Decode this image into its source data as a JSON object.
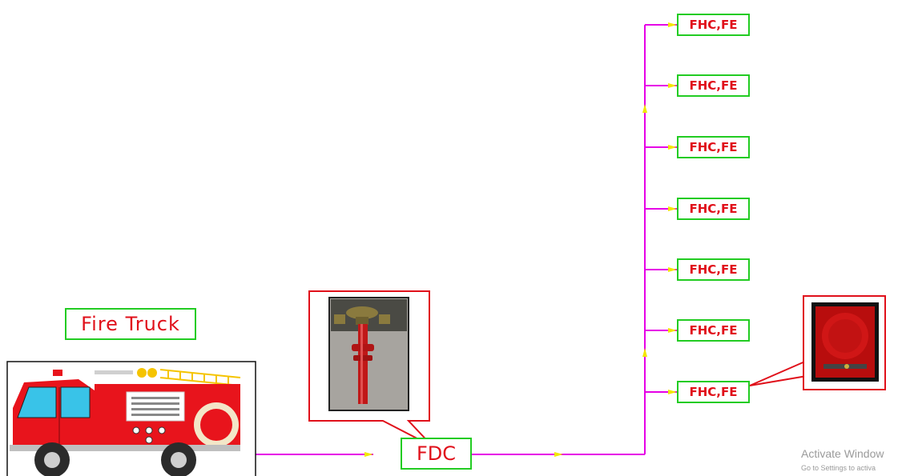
{
  "diagram": {
    "truck_label": "Fire Truck",
    "connection_label": "FDC",
    "cabinet_labels": [
      "FHC,FE",
      "FHC,FE",
      "FHC,FE",
      "FHC,FE",
      "FHC,FE",
      "FHC,FE",
      "FHC,FE"
    ]
  },
  "watermark": {
    "title": "Activate Window",
    "subtitle": "Go to Settings to activa"
  },
  "colors": {
    "pipe": "#e600e6",
    "flow_arrow": "#f2e600",
    "label_text": "#e0101a",
    "label_border": "#22cc22",
    "callout_border": "#e0101a",
    "truck_body": "#e8141c"
  }
}
